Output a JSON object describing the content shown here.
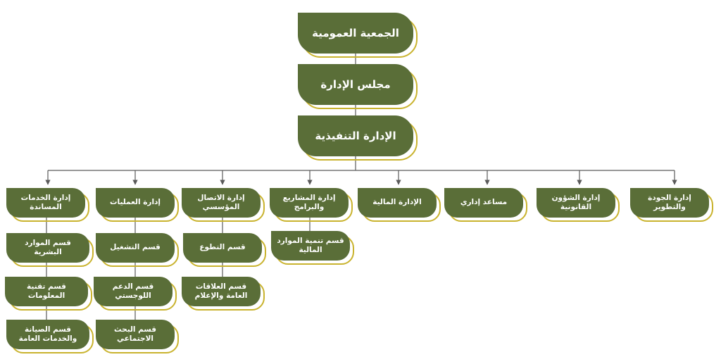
{
  "chart_data": {
    "type": "org-chart",
    "root": "الجمعية العمومية",
    "chain": [
      "الجمعية العمومية",
      "مجلس الإدارة",
      "الإدارة التنفيذية"
    ],
    "departments": [
      {
        "name": "إدارة الخدمات المساندة",
        "units": [
          "قسم الموارد البشرية",
          "قسم تقنية المعلومات",
          "قسم الصيانة والخدمات العامة"
        ]
      },
      {
        "name": "إدارة العمليات",
        "units": [
          "قسم التشغيل",
          "قسم الدعم اللوجستي",
          "قسم البحث الاجتماعي"
        ]
      },
      {
        "name": "إدارة الاتصال المؤسسي",
        "units": [
          "قسم التطوع",
          "قسم العلاقات العامة والإعلام"
        ]
      },
      {
        "name": "إدارة المشاريع والبرامج",
        "units": [
          "قسم تنمية الموارد المالية"
        ]
      },
      {
        "name": "الإدارة المالية",
        "units": []
      },
      {
        "name": "مساعد إداري",
        "units": []
      },
      {
        "name": "إدارة الشؤون القانونية",
        "units": []
      },
      {
        "name": "إدارة الجودة والتطوير",
        "units": []
      }
    ]
  },
  "colors": {
    "box_fill": "#5a6e38",
    "box_outline": "#c9b32e",
    "connector": "#5a5a5a",
    "text": "#ffffff"
  }
}
